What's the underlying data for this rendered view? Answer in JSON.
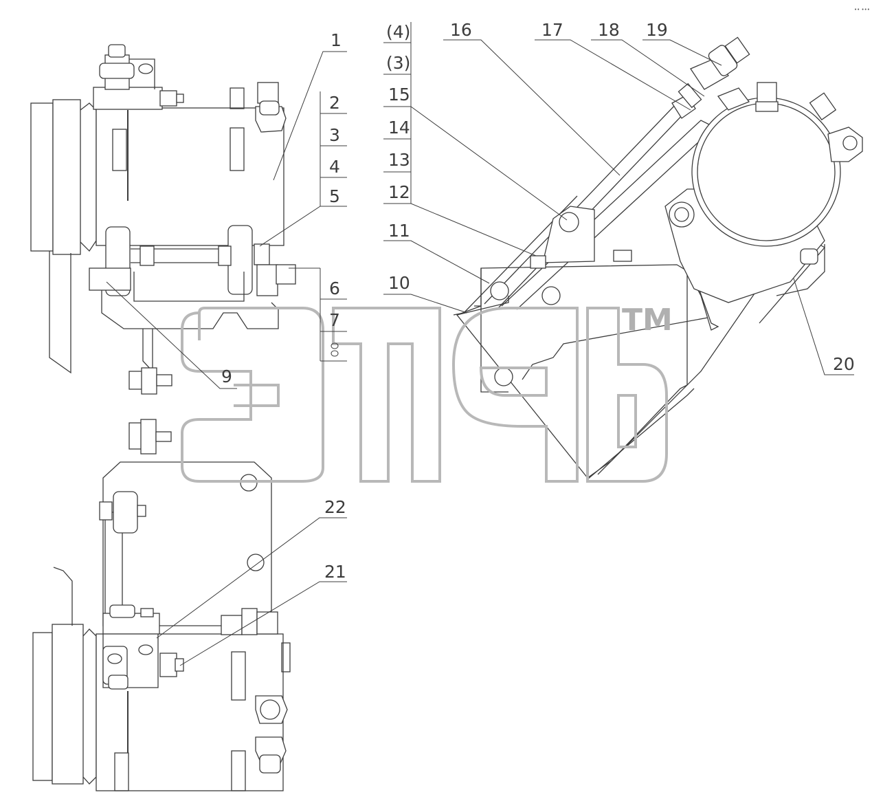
{
  "labels": {
    "l1": "1",
    "l2": "2",
    "l3": "3",
    "l4": "4",
    "l5": "5",
    "l6": "6",
    "l7": "7",
    "l9": "9",
    "l10": "10",
    "l11": "11",
    "l12": "12",
    "l13": "13",
    "l14": "14",
    "l15": "15",
    "l3p": "(3)",
    "l4p": "(4)",
    "l16": "16",
    "l17": "17",
    "l18": "18",
    "l19": "19",
    "l20": "20",
    "l21": "21",
    "l22": "22"
  },
  "watermark": {
    "tm": "TM"
  },
  "corner_mark": "•• •••"
}
